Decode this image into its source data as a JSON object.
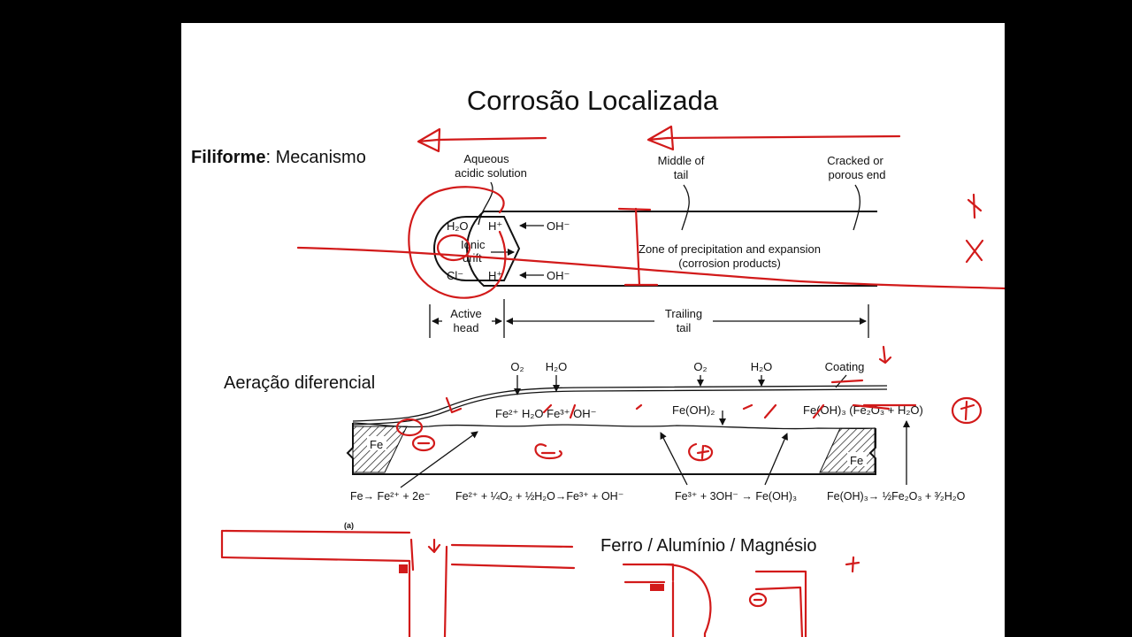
{
  "slide": {
    "title": "Corrosão Localizada",
    "filiform_bold": "Filiforme",
    "filiform_rest": ": Mecanismo",
    "aeration_label": "Aeração diferencial",
    "metals_label": "Ferro / Alumínio / Magnésio"
  },
  "diagram_top": {
    "aqueous": [
      "Aqueous",
      "acidic solution"
    ],
    "middle_tail": [
      "Middle of",
      "tail"
    ],
    "cracked_end": [
      "Cracked or",
      "porous end"
    ],
    "h2o": "H₂O",
    "h_plus_top": "H⁺",
    "h_plus_bottom": "H⁺",
    "oh_top": "OH⁻",
    "oh_bottom": "OH⁻",
    "cl": "Cl⁻",
    "ionic_drift": [
      "Ionic",
      "drift"
    ],
    "zone": [
      "Zone of precipitation and expansion",
      "(corrosion products)"
    ],
    "active_head": [
      "Active",
      "head"
    ],
    "trailing_tail": [
      "Trailing",
      "tail"
    ]
  },
  "diagram_bottom": {
    "o2_a": "O₂",
    "h2o_a": "H₂O",
    "o2_b": "O₂",
    "h2o_b": "H₂O",
    "coating": "Coating",
    "species": "Fe²⁺  H₂O  Fe³⁺  OH⁻",
    "fe_oh2": "Fe(OH)₂",
    "fe_oh3_group": "Fe(OH)₃  (Fe₂O₃ + H₂O)",
    "fe_left": "Fe",
    "fe_right": "Fe",
    "eq1": "Fe→ Fe²⁺ + 2e⁻",
    "eq2": "Fe²⁺ + ¼O₂ + ½H₂O→Fe³⁺ + OH⁻",
    "eq3": "Fe³⁺ + 3OH⁻ → Fe(OH)₃",
    "eq4": "Fe(OH)₃→ ½Fe₂O₃ + ³⁄₂H₂O",
    "fig_label": "(a)"
  },
  "annotations": {
    "minus": "−",
    "plus": "+",
    "times": "×"
  }
}
